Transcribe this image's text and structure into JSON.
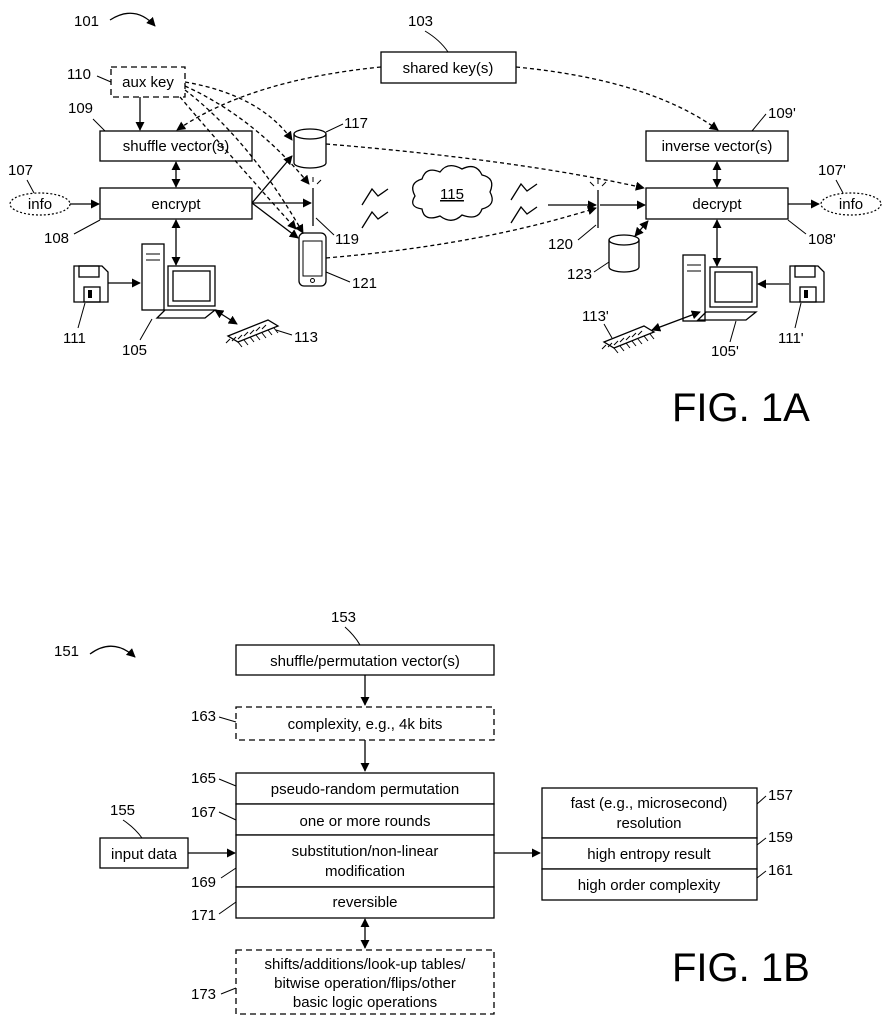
{
  "fig1a": {
    "caption": "FIG. 1A",
    "boxes": {
      "aux_key": "aux key",
      "shared_keys": "shared key(s)",
      "shuffle_vectors": "shuffle vector(s)",
      "inverse_vectors": "inverse vector(s)",
      "encrypt": "encrypt",
      "decrypt": "decrypt",
      "info_in": "info",
      "info_out": "info",
      "network": "115"
    },
    "refs": {
      "r101": "101",
      "r103": "103",
      "r105": "105",
      "r105p": "105'",
      "r107": "107",
      "r107p": "107'",
      "r108": "108",
      "r108p": "108'",
      "r109": "109",
      "r109p": "109'",
      "r110": "110",
      "r111": "111",
      "r111p": "111'",
      "r113": "113",
      "r113p": "113'",
      "r117": "117",
      "r119": "119",
      "r120": "120",
      "r121": "121",
      "r123": "123"
    }
  },
  "fig1b": {
    "caption": "FIG. 1B",
    "boxes": {
      "shuffle": "shuffle/permutation vector(s)",
      "complexity": "complexity, e.g., 4k bits",
      "pseudo": "pseudo-random permutation",
      "rounds": "one or more rounds",
      "subst_1": "substitution/non-linear",
      "subst_2": "modification",
      "reversible": "reversible",
      "ops_1": "shifts/additions/look-up tables/",
      "ops_2": "bitwise operation/flips/other",
      "ops_3": "basic logic operations",
      "input": "input data",
      "fast_1": "fast (e.g., microsecond)",
      "fast_2": "resolution",
      "entropy": "high entropy result",
      "order": "high order complexity"
    },
    "refs": {
      "r151": "151",
      "r153": "153",
      "r155": "155",
      "r157": "157",
      "r159": "159",
      "r161": "161",
      "r163": "163",
      "r165": "165",
      "r167": "167",
      "r169": "169",
      "r171": "171",
      "r173": "173"
    }
  }
}
